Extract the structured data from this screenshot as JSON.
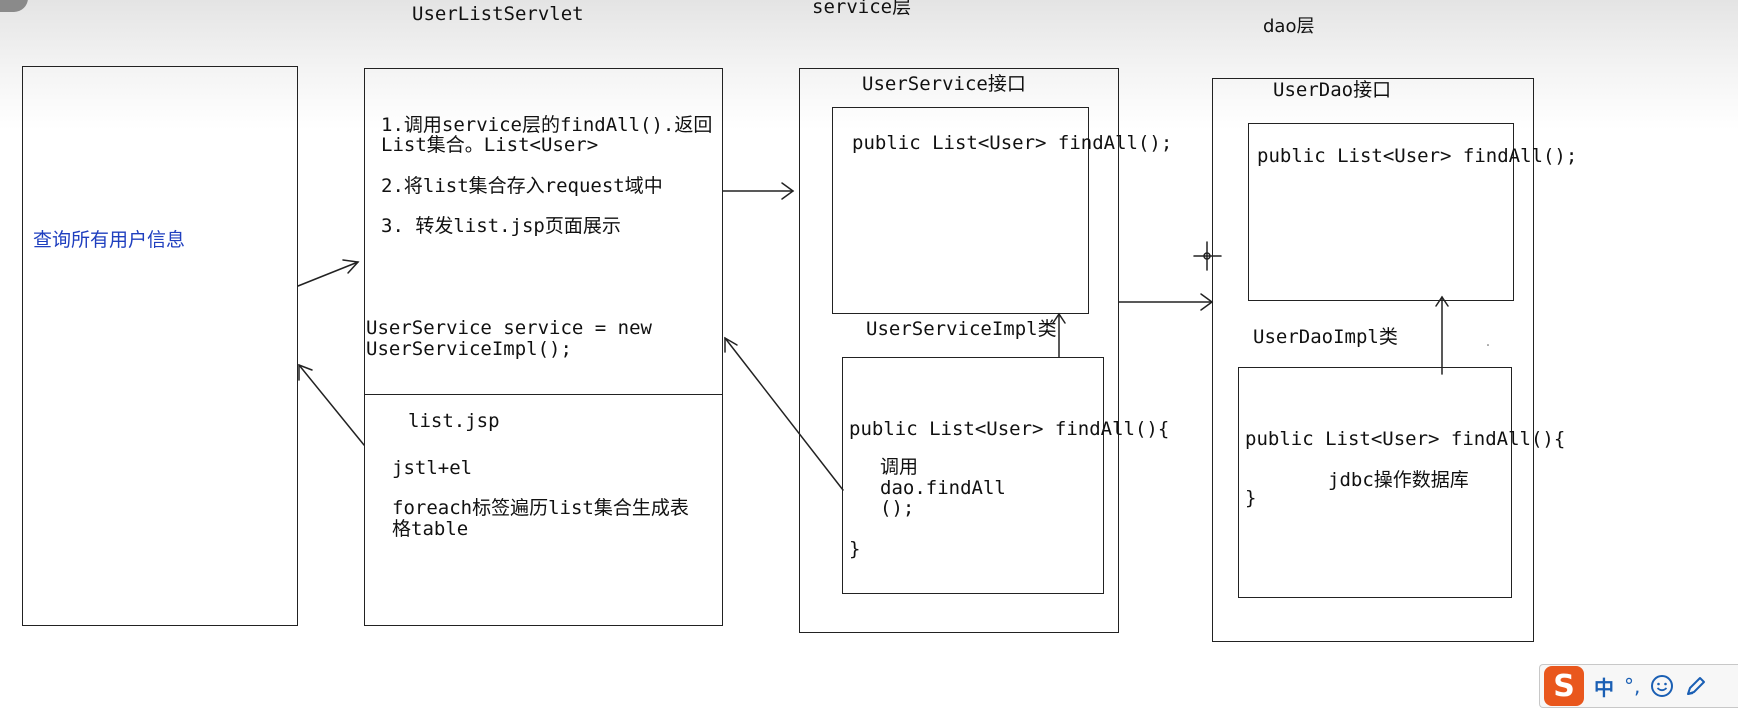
{
  "headings": {
    "servlet": "UserListServlet",
    "service": "service层",
    "dao": "dao层"
  },
  "client": {
    "text": "查询所有用户信息"
  },
  "servlet": {
    "step1_line1": "1.调用service层的findAll().返回",
    "step1_line2": "List集合。List<User>",
    "step2": "2.将list集合存入request域中",
    "step3": "3. 转发list.jsp页面展示",
    "code_line1": "UserService service = new",
    "code_line2": "UserServiceImpl();"
  },
  "jsp": {
    "title": "list.jsp",
    "tech": "jstl+el",
    "desc_line1": "foreach标签遍历list集合生成表",
    "desc_line2": "格table"
  },
  "service": {
    "interface_label": "UserService接口",
    "interface_method": "public List<User> findAll();",
    "impl_label": "UserServiceImpl类",
    "impl_line1": "public List<User> findAll(){",
    "impl_line2": "调用",
    "impl_line3": "dao.findAll",
    "impl_line4": "();",
    "impl_line5": "}"
  },
  "dao": {
    "interface_label": "UserDao接口",
    "interface_method": "public List<User> findAll();",
    "impl_label": "UserDaoImpl类",
    "impl_line1": "public List<User> findAll(){",
    "impl_line2": "jdbc操作数据库",
    "impl_line3": "}"
  },
  "ime_toolbar": {
    "logo": "S",
    "lang": "中",
    "punct": "°,",
    "emoji_icon": "smiley-icon",
    "pen_icon": "pen-icon",
    "brand_color": "#e9571d",
    "icon_color": "#1a5fb4"
  },
  "colors": {
    "client_text": "#1f3fbf",
    "lines": "#222222"
  }
}
